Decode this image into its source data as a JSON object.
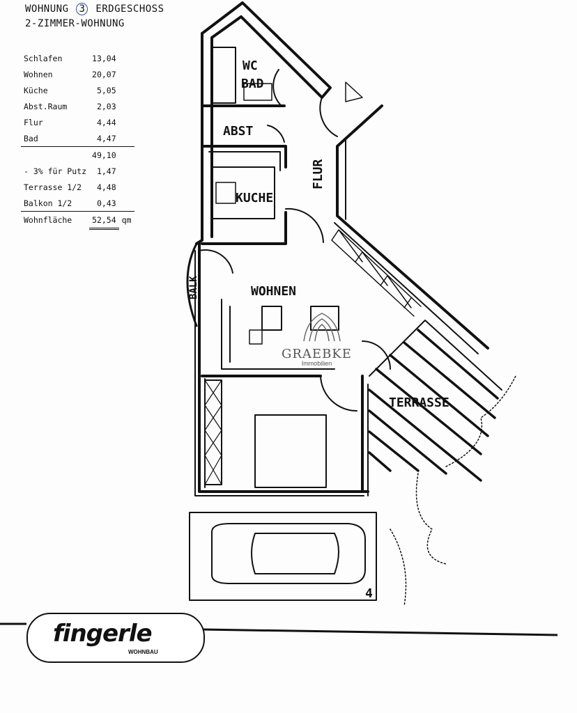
{
  "header": {
    "line1_prefix": "WOHNUNG",
    "unit_number": "3",
    "line1_suffix": "ERDGESCHOSS",
    "line2": "2-ZIMMER-WOHNUNG"
  },
  "area_table": {
    "rooms": [
      {
        "name": "Schlafen",
        "value": "13,04"
      },
      {
        "name": "Wohnen",
        "value": "20,07"
      },
      {
        "name": "Küche",
        "value": "5,05"
      },
      {
        "name": "Abst.Raum",
        "value": "2,03"
      },
      {
        "name": "Flur",
        "value": "4,44"
      },
      {
        "name": "Bad",
        "value": "4,47"
      }
    ],
    "subtotal": "49,10",
    "deductions": [
      {
        "name": "- 3% für Putz",
        "value": "1,47"
      },
      {
        "name": "Terrasse  1/2",
        "value": "4,48"
      },
      {
        "name": "Balkon    1/2",
        "value": "0,43"
      }
    ],
    "total_label": "Wohnfläche",
    "total_value": "52,54",
    "total_unit": "qm"
  },
  "room_labels": {
    "wc": "WC",
    "bad": "BAD",
    "abst": "ABST",
    "flur": "FLUR",
    "kuche": "KUCHE",
    "balk": "BALK",
    "wohnen": "WOHNEN",
    "terrasse": "TERRASSE",
    "garage_number": "4"
  },
  "watermark": {
    "name": "GRAEBKE",
    "sub": "Immobilien"
  },
  "logo": {
    "name": "fingerle",
    "sub": "WOHNBAU"
  }
}
